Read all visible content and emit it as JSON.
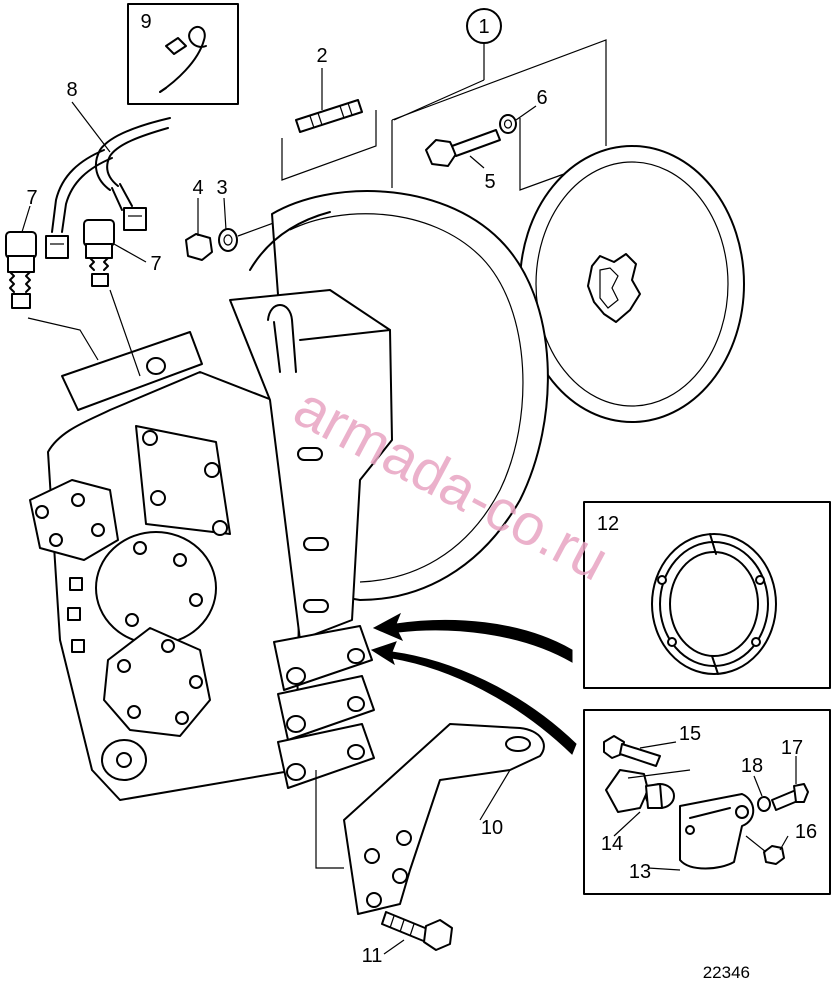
{
  "callouts": [
    {
      "id": "c1",
      "text": "1",
      "circled": true
    },
    {
      "id": "c2",
      "text": "2"
    },
    {
      "id": "c3",
      "text": "3"
    },
    {
      "id": "c4",
      "text": "4"
    },
    {
      "id": "c5",
      "text": "5"
    },
    {
      "id": "c6",
      "text": "6"
    },
    {
      "id": "c7a",
      "text": "7"
    },
    {
      "id": "c7b",
      "text": "7"
    },
    {
      "id": "c8",
      "text": "8"
    },
    {
      "id": "c9",
      "text": "9"
    },
    {
      "id": "c10",
      "text": "10"
    },
    {
      "id": "c11",
      "text": "11"
    },
    {
      "id": "c12",
      "text": "12"
    },
    {
      "id": "c13",
      "text": "13"
    },
    {
      "id": "c14",
      "text": "14"
    },
    {
      "id": "c15",
      "text": "15"
    },
    {
      "id": "c16",
      "text": "16"
    },
    {
      "id": "c17",
      "text": "17"
    },
    {
      "id": "c18",
      "text": "18"
    }
  ],
  "figure_code": "22346",
  "watermark": "armada-co.ru"
}
